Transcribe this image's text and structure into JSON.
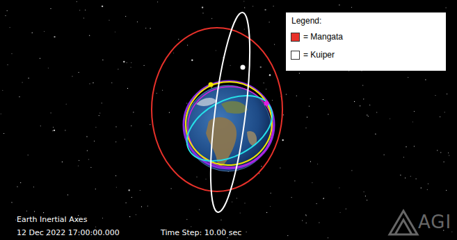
{
  "diagram": {
    "labels": [
      "Legend:",
      "Earth Inertial Axes",
      "12 Dec 2022 17:00:00.000",
      "Time Step: 10.00 sec",
      "AGI"
    ],
    "legend": [
      {
        "text": "= Mangata",
        "color": "#e8312a"
      },
      {
        "text": "= Kuiper",
        "color": "#ffffff"
      }
    ]
  }
}
